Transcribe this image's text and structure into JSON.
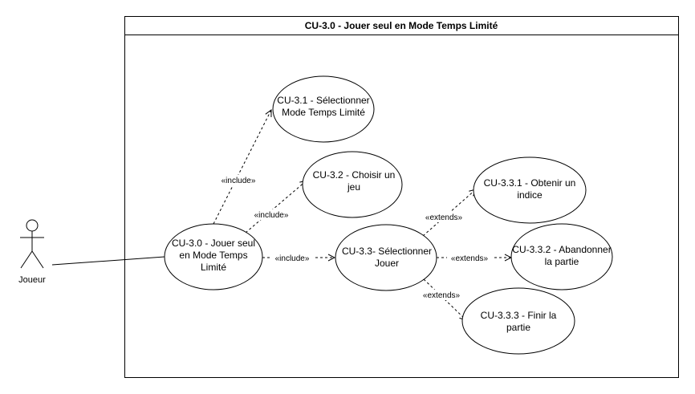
{
  "system": {
    "title": "CU-3.0 - Jouer seul en Mode Temps Limité"
  },
  "actor": {
    "name": "Joueur"
  },
  "use_cases": {
    "main": {
      "line1": "CU-3.0 - Jouer seul",
      "line2": "en Mode Temps",
      "line3": "Limité"
    },
    "select_mode": {
      "line1": "CU-3.1 - Sélectionner",
      "line2": "Mode Temps Limité"
    },
    "choose_game": {
      "line1": "CU-3.2 - Choisir un",
      "line2": "jeu"
    },
    "select_play": {
      "line1": "CU-3.3- Sélectionner",
      "line2": "Jouer"
    },
    "hint": {
      "line1": "CU-3.3.1 - Obtenir un",
      "line2": "indice"
    },
    "abandon": {
      "line1": "CU-3.3.2 - Abandonner",
      "line2": "la partie"
    },
    "finish": {
      "line1": "CU-3.3.3 - Finir la",
      "line2": "partie"
    }
  },
  "relations": {
    "include_mode": "«include»",
    "include_game": "«include»",
    "include_play": "«include»",
    "extends_hint": "«extends»",
    "extends_abandon": "«extends»",
    "extends_finish": "«extends»"
  }
}
